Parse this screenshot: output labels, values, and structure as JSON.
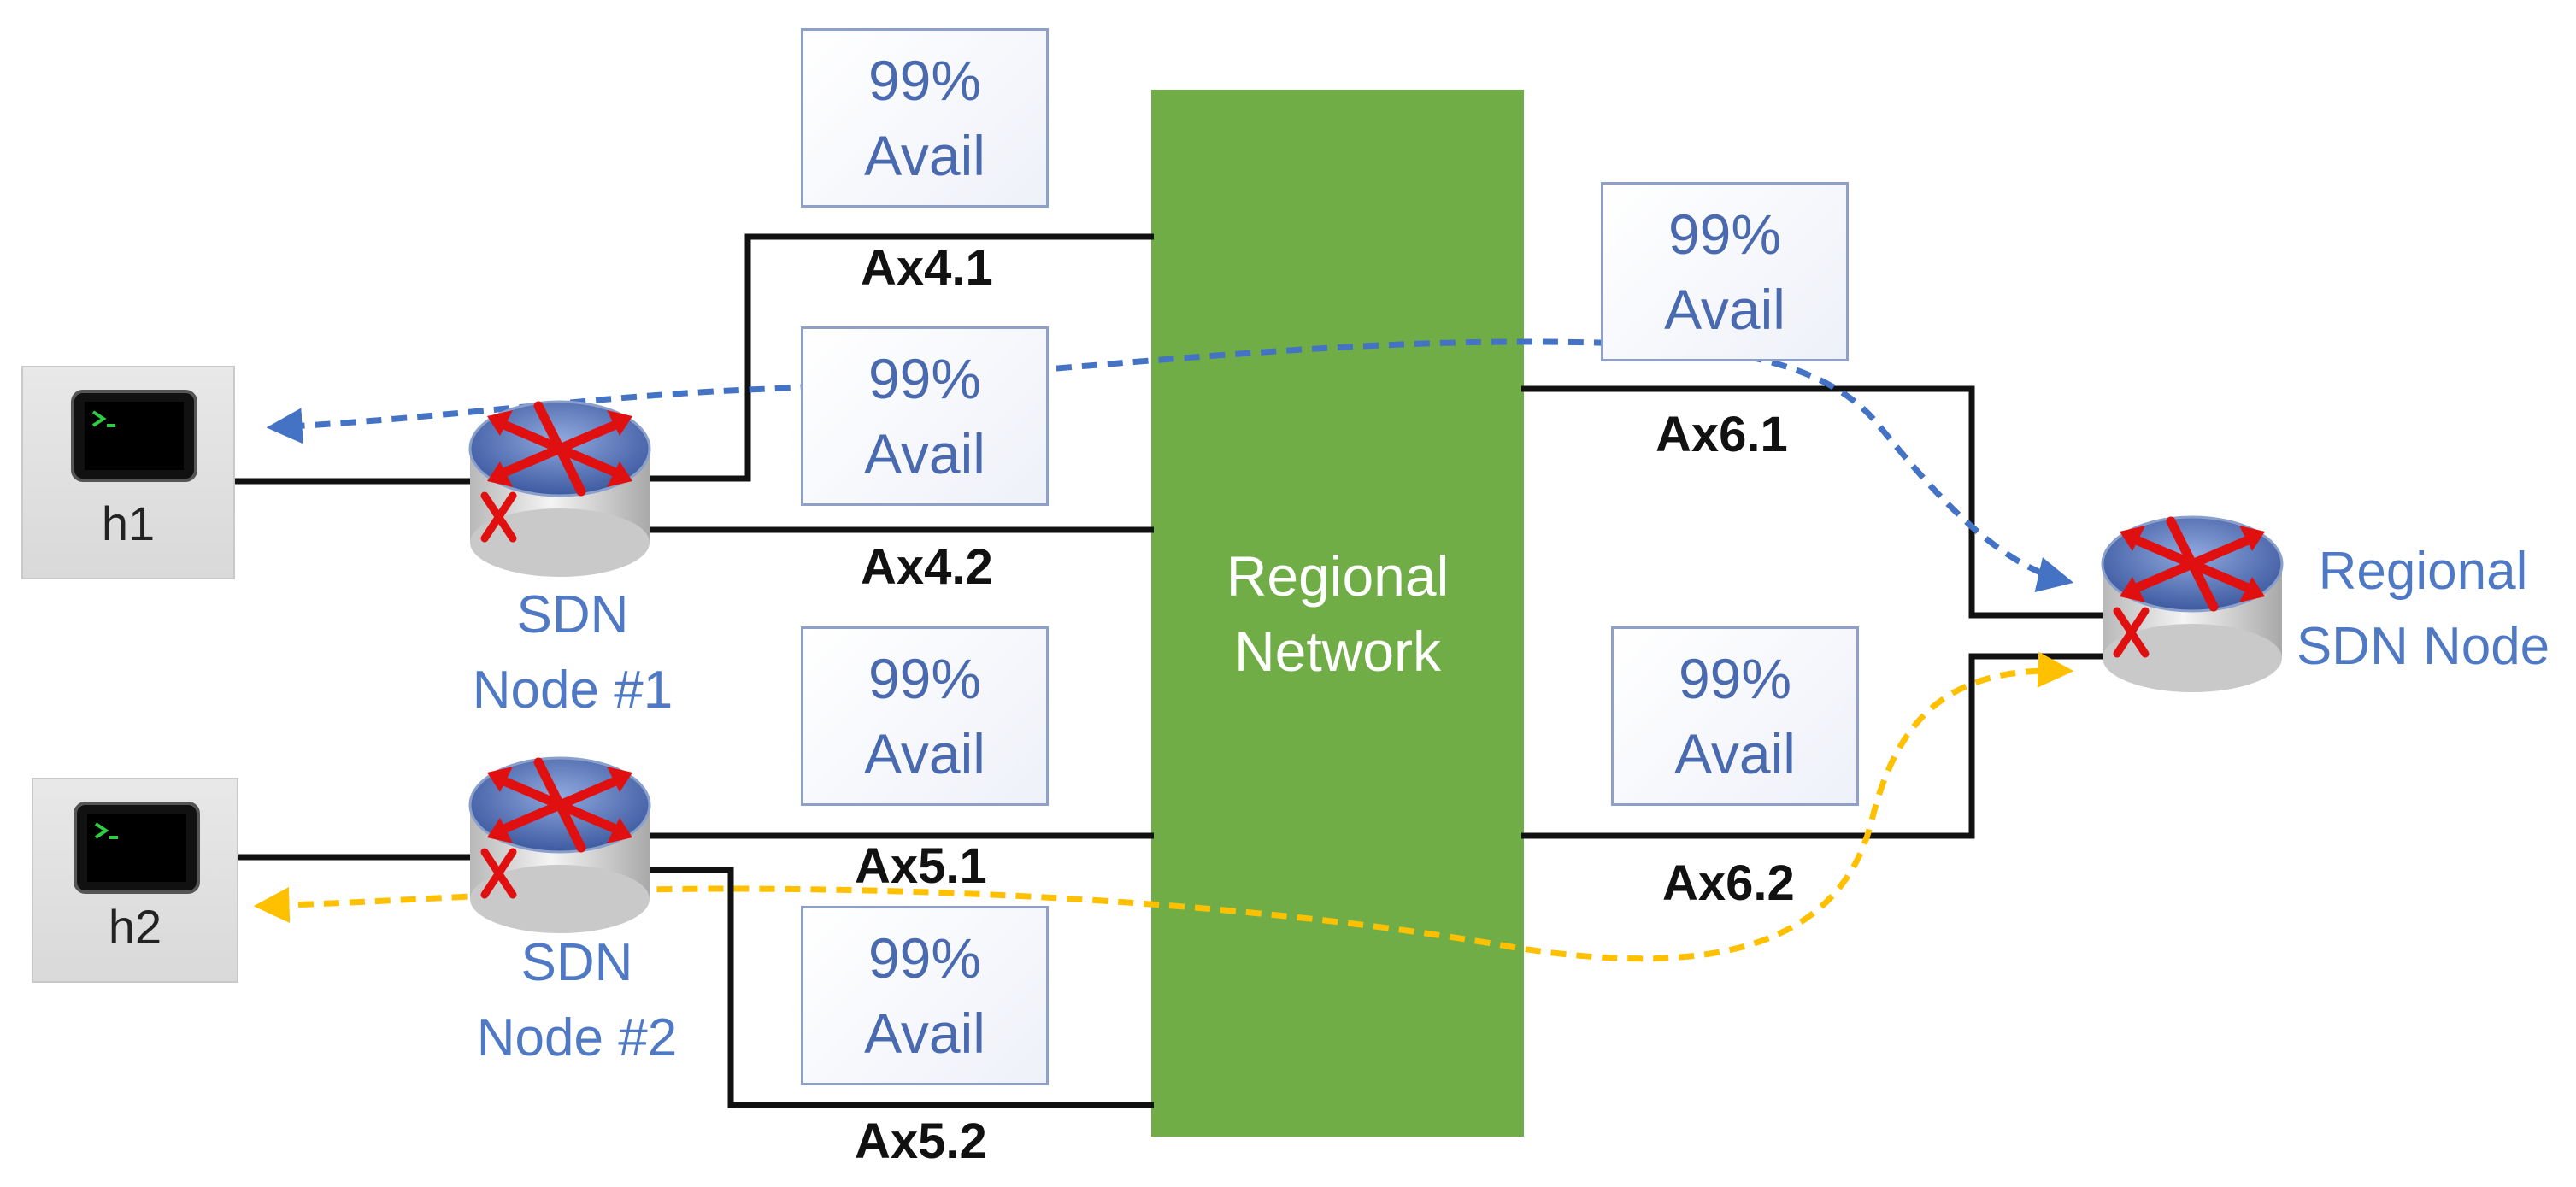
{
  "region": {
    "label_line1": "Regional",
    "label_line2": "Network",
    "color": "#70ad47"
  },
  "avail_boxes": [
    {
      "line1": "99%",
      "line2": "Avail"
    },
    {
      "line1": "99%",
      "line2": "Avail"
    },
    {
      "line1": "99%",
      "line2": "Avail"
    },
    {
      "line1": "99%",
      "line2": "Avail"
    },
    {
      "line1": "99%",
      "line2": "Avail"
    },
    {
      "line1": "99%",
      "line2": "Avail"
    }
  ],
  "links": {
    "ax41": "Ax4.1",
    "ax42": "Ax4.2",
    "ax51": "Ax5.1",
    "ax52": "Ax5.2",
    "ax61": "Ax6.1",
    "ax62": "Ax6.2"
  },
  "nodes": {
    "sdn1": {
      "line1": "SDN",
      "line2": "Node #1",
      "icon": "router-icon"
    },
    "sdn2": {
      "line1": "SDN",
      "line2": "Node #2",
      "icon": "router-icon"
    },
    "regional": {
      "line1": "Regional",
      "line2": "SDN Node",
      "icon": "router-icon"
    }
  },
  "hosts": {
    "h1": {
      "label": "h1",
      "icon": "terminal-icon"
    },
    "h2": {
      "label": "h2",
      "icon": "terminal-icon"
    }
  },
  "paths": {
    "blue": {
      "color": "#4472c4"
    },
    "yellow": {
      "color": "#ffc000"
    }
  }
}
